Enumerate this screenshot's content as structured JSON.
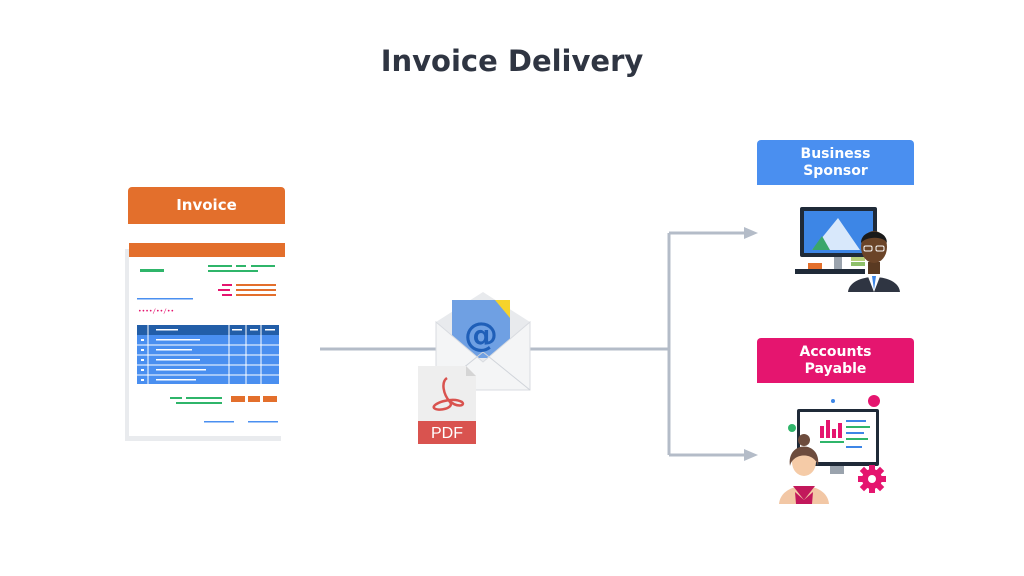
{
  "title": "Invoice Delivery",
  "invoice": {
    "label": "Invoice"
  },
  "business_sponsor": {
    "label_line1": "Business",
    "label_line2": "Sponsor"
  },
  "accounts_payable": {
    "label_line1": "Accounts",
    "label_line2": "Payable"
  },
  "attachment": {
    "label": "PDF"
  },
  "email": {
    "symbol": "@"
  },
  "invoice_doc": {
    "date_placeholder": "••••/••/••"
  },
  "colors": {
    "title": "#2f3542",
    "invoice_orange": "#e36f2c",
    "business_blue": "#4a8ff0",
    "accounts_pink": "#e5156f",
    "connector_gray": "#b4bcc8",
    "table_blue": "#4a8ff0",
    "pdf_red": "#d9534f"
  },
  "icons": [
    "invoice-document-icon",
    "email-envelope-icon",
    "pdf-file-icon",
    "businessman-computer-icon",
    "accountant-dashboard-icon",
    "gear-icon"
  ]
}
